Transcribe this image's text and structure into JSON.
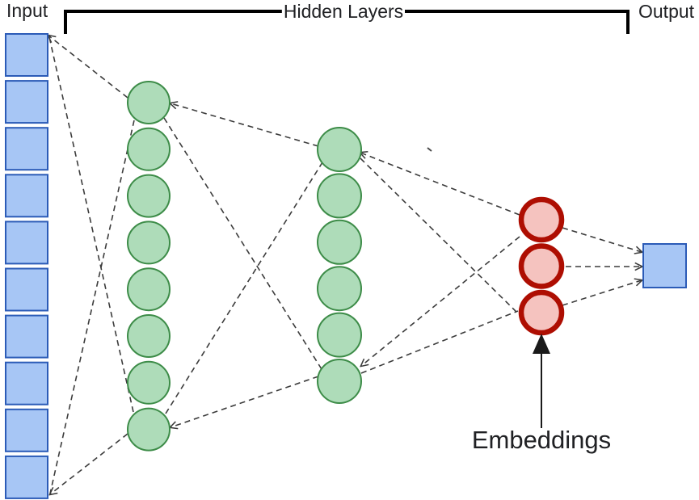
{
  "labels": {
    "input": "Input",
    "hidden_layers": "Hidden Layers",
    "output": "Output",
    "embeddings": "Embeddings"
  },
  "colors": {
    "input_node_fill": "#a7c6f5",
    "input_node_stroke": "#2b5bb7",
    "hidden_node_fill": "#aedcb9",
    "hidden_node_stroke": "#3d8c48",
    "embedding_node_fill": "#f5c3bf",
    "embedding_node_stroke": "#ae0e02",
    "output_node_fill": "#a7c6f5",
    "output_node_stroke": "#2b5bb7",
    "connector": "#3c3c3c",
    "bracket": "#000000",
    "arrow": "#1a1a1a",
    "label_text": "#202124"
  },
  "network": {
    "layers": [
      {
        "id": "input",
        "role": "input",
        "shape": "square",
        "node_count": 10
      },
      {
        "id": "hidden-1",
        "role": "hidden",
        "shape": "circle",
        "node_count": 8
      },
      {
        "id": "hidden-2",
        "role": "hidden",
        "shape": "circle",
        "node_count": 6
      },
      {
        "id": "embeddings",
        "role": "embedding",
        "shape": "circle",
        "node_count": 3
      },
      {
        "id": "output",
        "role": "output",
        "shape": "square",
        "node_count": 1
      }
    ],
    "connection_style": "dashed"
  }
}
